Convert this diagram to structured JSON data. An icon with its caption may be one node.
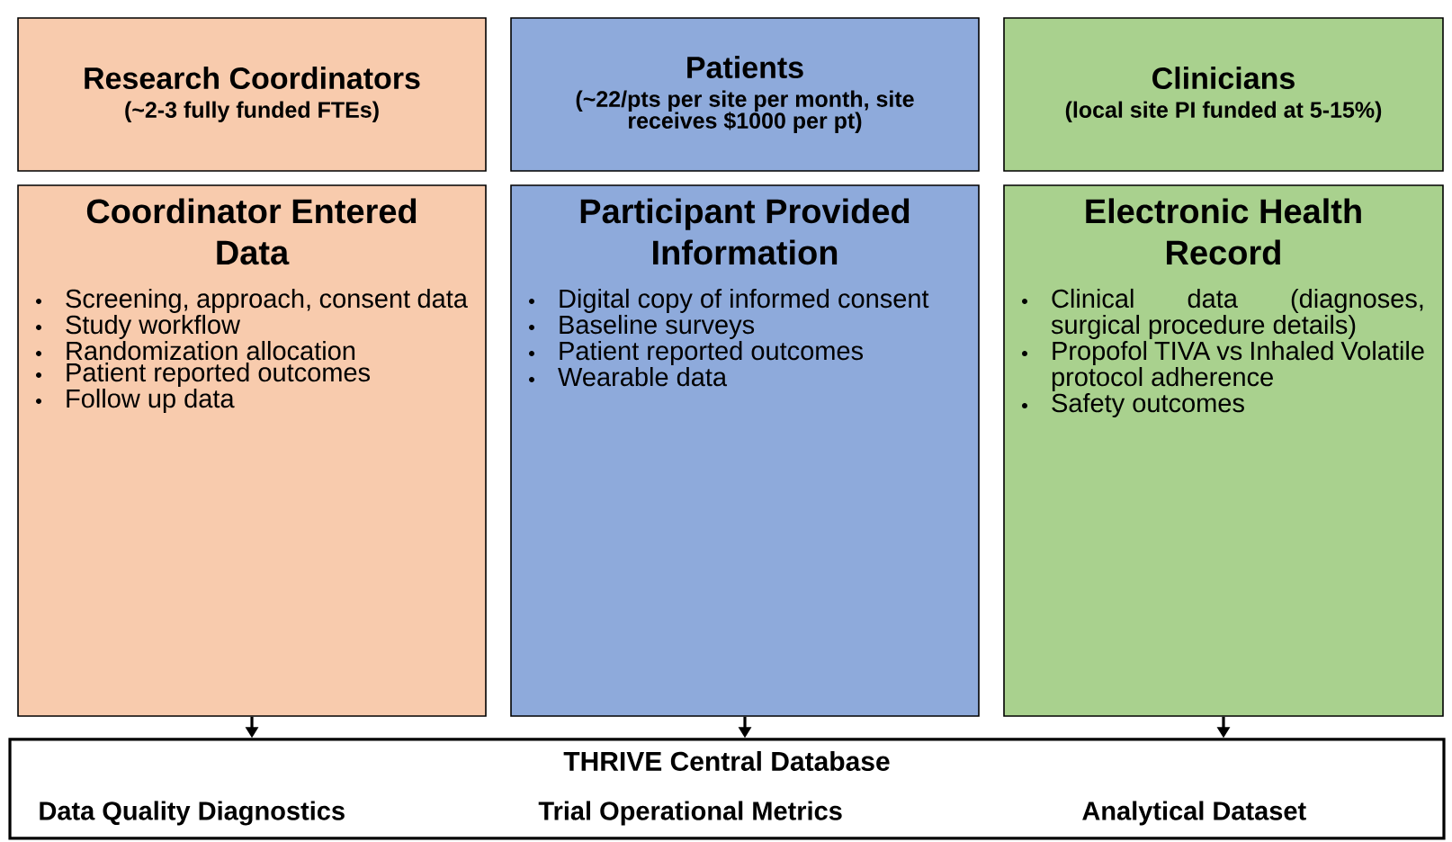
{
  "diagram": {
    "nodes": [
      {
        "text": [
          "Research Coordinators",
          "(~2-3 fully funded FTEs)"
        ]
      },
      {
        "text": [
          "Patients",
          "(~22/pts per site per month, site receives $1000 per pt)"
        ]
      },
      {
        "text": [
          "Clinicians",
          "(local site PI funded at 5-15%)"
        ]
      },
      {
        "text": [
          "Coordinator Entered Data",
          "Screening, approach, consent data",
          "Study workflow",
          "Randomization allocation",
          "Patient reported outcomes",
          "Follow up data"
        ]
      },
      {
        "text": [
          "Participant Provided Information",
          "Digital copy of informed consent",
          "Baseline surveys",
          "Patient reported outcomes",
          "Wearable data"
        ]
      },
      {
        "text": [
          "Electronic Health Record",
          "Clinical data (diagnoses, surgical procedure details)",
          "Propofol TIVA vs Inhaled Volatile protocol adherence",
          "Safety outcomes"
        ]
      },
      {
        "text": [
          "THRIVE Central Database",
          "Data Quality Diagnostics",
          "Trial Operational Metrics",
          "Analytical Dataset"
        ]
      }
    ],
    "edges": [
      {
        "from": 3,
        "to": 6,
        "arrow": "to"
      },
      {
        "from": 4,
        "to": 6,
        "arrow": "to"
      },
      {
        "from": 5,
        "to": 6,
        "arrow": "to"
      }
    ]
  }
}
